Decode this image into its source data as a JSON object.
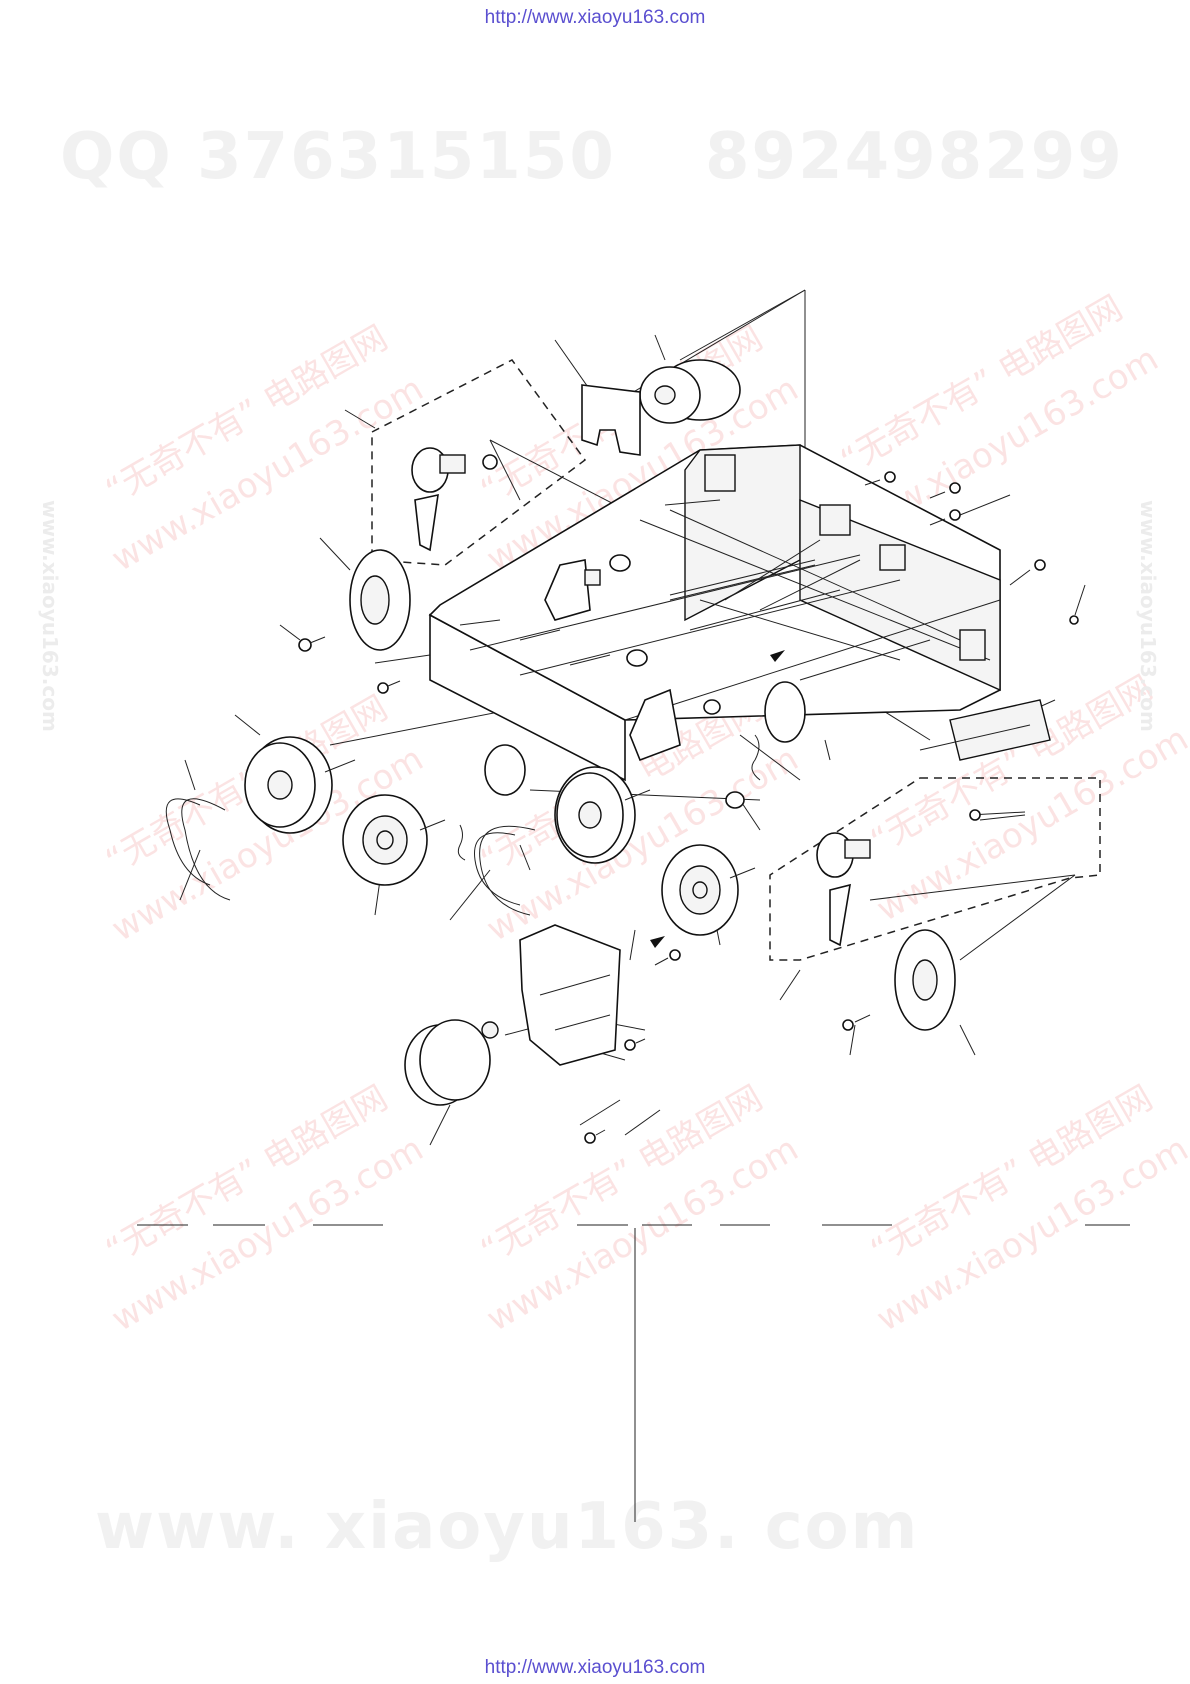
{
  "header": {
    "url": "http://www.xiaoyu163.com"
  },
  "footer": {
    "url": "http://www.xiaoyu163.com"
  },
  "watermarks": {
    "qq": "QQ 376315150",
    "phone": "892498299",
    "site": "www. xiaoyu163. com",
    "site_small": "www.xiaoyu163.com",
    "slogan": "“无奇不有” 电路图网"
  }
}
